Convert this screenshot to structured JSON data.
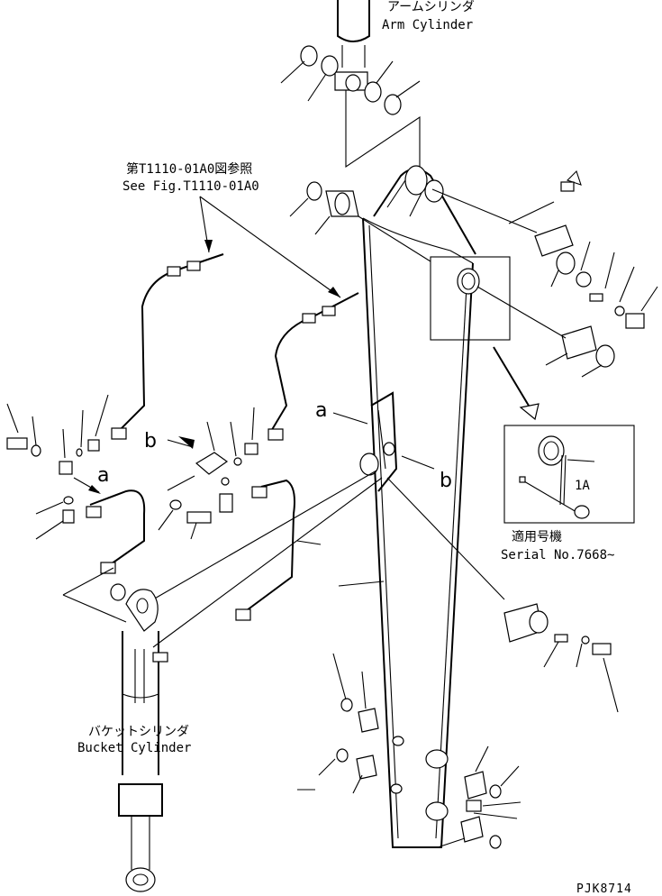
{
  "labels": {
    "arm_cylinder_jp": "アームシリンダ",
    "arm_cylinder_en": "Arm Cylinder",
    "see_fig_jp": "第T1110-01A0図参照",
    "see_fig_en": "See Fig.T1110-01A0",
    "bucket_cylinder_jp": "バケットシリンダ",
    "bucket_cylinder_en": "Bucket Cylinder",
    "serial_jp": "適用号機",
    "serial_en": "Serial No.7668~",
    "detail_1a": "1A",
    "ref_a_left": "a",
    "ref_a_right": "a",
    "ref_b_left": "b",
    "ref_b_right": "b",
    "drawing_code": "PJK8714"
  }
}
